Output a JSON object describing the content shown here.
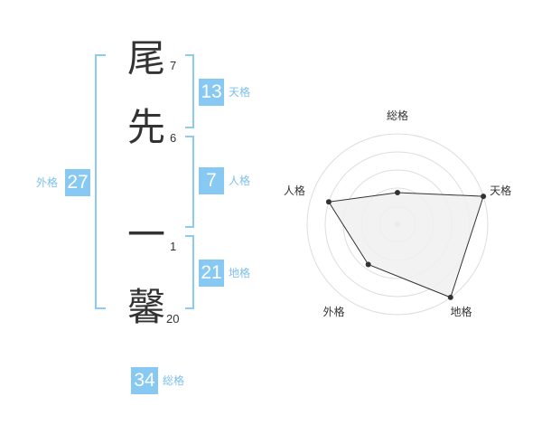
{
  "name": {
    "surname": [
      {
        "char": "尾",
        "strokes": "7"
      },
      {
        "char": "先",
        "strokes": "6"
      }
    ],
    "given": [
      {
        "char": "一",
        "strokes": "1"
      },
      {
        "char": "馨",
        "strokes": "20"
      }
    ]
  },
  "kaku": {
    "tenkaku": {
      "value": "13",
      "label": "天格"
    },
    "jinkaku": {
      "value": "7",
      "label": "人格"
    },
    "chikaku": {
      "value": "21",
      "label": "地格"
    },
    "gaikaku": {
      "value": "27",
      "label": "外格"
    },
    "soukaku": {
      "value": "34",
      "label": "総格"
    }
  },
  "radar": {
    "axes": [
      "総格",
      "天格",
      "地格",
      "外格",
      "人格"
    ],
    "levels": 5,
    "values": [
      0.35,
      1.0,
      1.0,
      0.55,
      0.8
    ],
    "fill": "#f0f0f0",
    "stroke": "#333333"
  },
  "colors": {
    "accent": "#87c9f3",
    "bracket": "#8ccaf2",
    "label": "#7ec0ea"
  }
}
